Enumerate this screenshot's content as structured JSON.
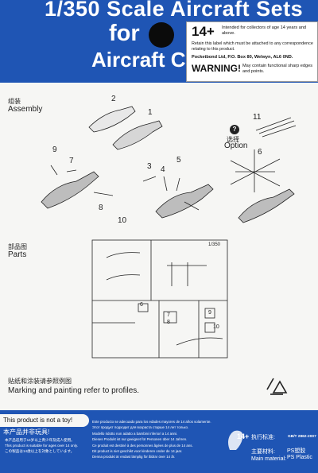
{
  "header": {
    "line1": "1/350 Scale Aircraft Sets",
    "line2": "for",
    "line3": "Aircraft Ca"
  },
  "warning_label": {
    "age": "14+",
    "age_text": "Intended for collectors of age 14 years and above.",
    "retain_text": "Retain this label which must be attached to any correspondence relating to this product.",
    "address": "Pocketbond Ltd, P.O. Box 80, Welwyn, AL6 0ND.",
    "warning": "WARNING!",
    "warning_text": "May contain functional sharp edges and points."
  },
  "assembly": {
    "label_cn": "组装",
    "label_en": "Assembly",
    "option_cn": "选择",
    "option_en": "Option",
    "option_mark": "?",
    "callouts": [
      "1",
      "2",
      "3",
      "4",
      "5",
      "6",
      "7",
      "8",
      "9",
      "10",
      "11"
    ]
  },
  "parts": {
    "label_cn": "部品图",
    "label_en": "Parts",
    "sprue_numbers": [
      "6",
      "7",
      "8",
      "9",
      "10"
    ],
    "scale_tag": "1/350"
  },
  "marking": {
    "label_cn": "贴纸和涂装请参照例图",
    "label_en": "Marking and painting refer to profiles."
  },
  "footer": {
    "notoy_en": "This product is not a toy!",
    "notoy_cn": "本产品并非玩具!",
    "warn_lines": [
      "本产品适用于14岁以上青少年及成人使用。",
      "This product is suitable for ages over 14 only.",
      "この製品は14歳以上を対象としています。"
    ],
    "multi_lines": [
      "Este producto se adecuado para los edades mayores de 14 años solamente.",
      "Этот продукт подходит для возраста старше 14 лет только.",
      "Modello ridotto non adatto a bambini inferiori a 14 anni.",
      "Dieses Produkt ist nur geeignet für Personen über 14 Jahren.",
      "Ce produit est destiné à des personnes âgées de plus de 14 ans.",
      "Dit product is niet geschikt voor kinderen onder de 14 jaar.",
      "Denna produkt är endast lämplig för åldrar över 14 år."
    ],
    "age_badge": "14+",
    "standard_label": "执行标准:",
    "standard_code": "GB/T 2862-2007",
    "material_cn": "主要材料:",
    "material_en": "Main material:",
    "material_value": "PS塑胶",
    "material_value_en": "PS Plastic"
  }
}
